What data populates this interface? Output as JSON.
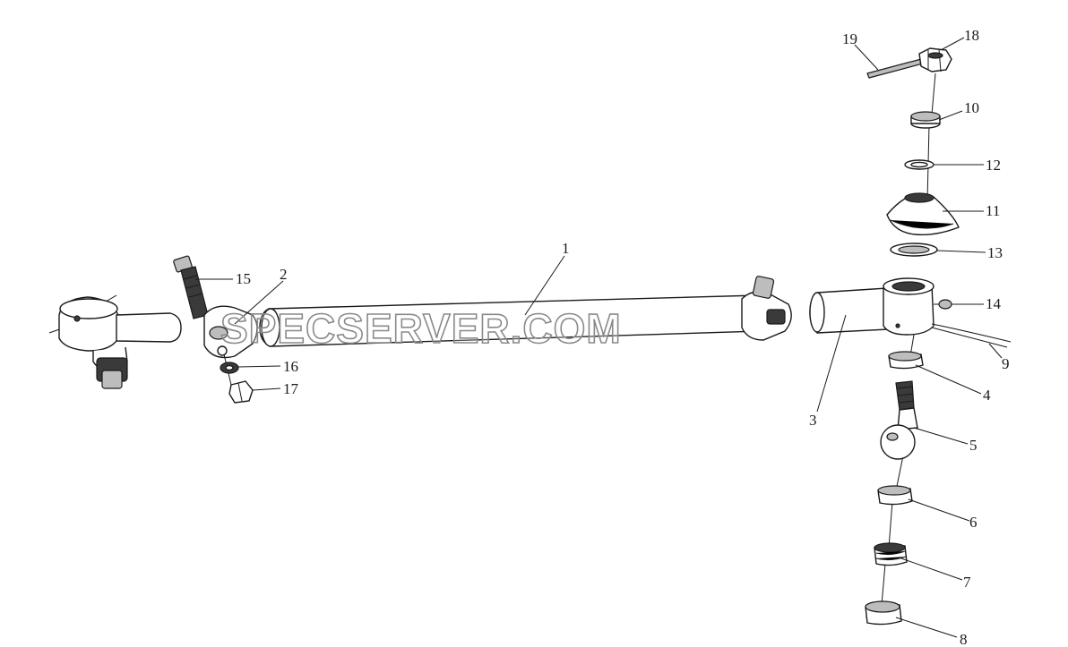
{
  "watermark": "SPECSERVER.COM",
  "callouts": [
    {
      "id": "1",
      "label": "1"
    },
    {
      "id": "2",
      "label": "2"
    },
    {
      "id": "3",
      "label": "3"
    },
    {
      "id": "4",
      "label": "4"
    },
    {
      "id": "5",
      "label": "5"
    },
    {
      "id": "6",
      "label": "6"
    },
    {
      "id": "7",
      "label": "7"
    },
    {
      "id": "8",
      "label": "8"
    },
    {
      "id": "9",
      "label": "9"
    },
    {
      "id": "10",
      "label": "10"
    },
    {
      "id": "11",
      "label": "11"
    },
    {
      "id": "12",
      "label": "12"
    },
    {
      "id": "13",
      "label": "13"
    },
    {
      "id": "14",
      "label": "14"
    },
    {
      "id": "15",
      "label": "15"
    },
    {
      "id": "16",
      "label": "16"
    },
    {
      "id": "17",
      "label": "17"
    },
    {
      "id": "18",
      "label": "18"
    },
    {
      "id": "19",
      "label": "19"
    }
  ]
}
